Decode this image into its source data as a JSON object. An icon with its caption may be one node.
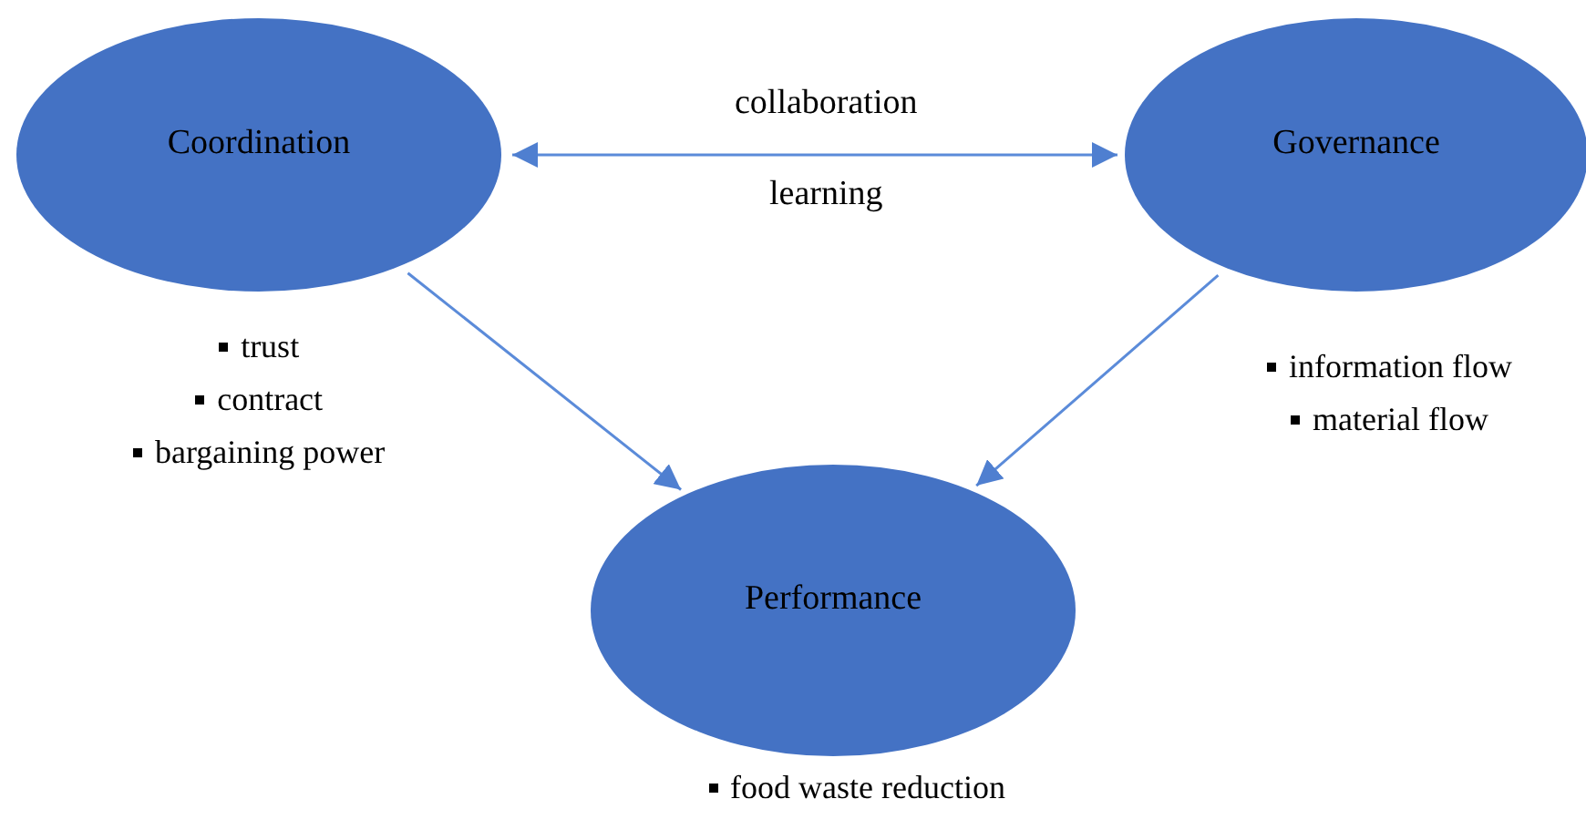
{
  "diagram": {
    "nodes": [
      {
        "text": [
          "Coordination"
        ],
        "beside": [
          "trust",
          "contract",
          "bargaining power"
        ]
      },
      {
        "text": [
          "Governance"
        ],
        "beside": [
          "information flow",
          "material flow"
        ]
      },
      {
        "text": [
          "Performance"
        ],
        "beside": [
          "food waste reduction"
        ]
      }
    ],
    "edges": [
      {
        "from": 0,
        "to": 1,
        "arrow": "both",
        "label": "collaboration"
      },
      {
        "from": 0,
        "to": 2,
        "arrow": "to"
      },
      {
        "from": 1,
        "to": 2,
        "arrow": "to"
      }
    ],
    "labels": [
      "learning"
    ]
  }
}
